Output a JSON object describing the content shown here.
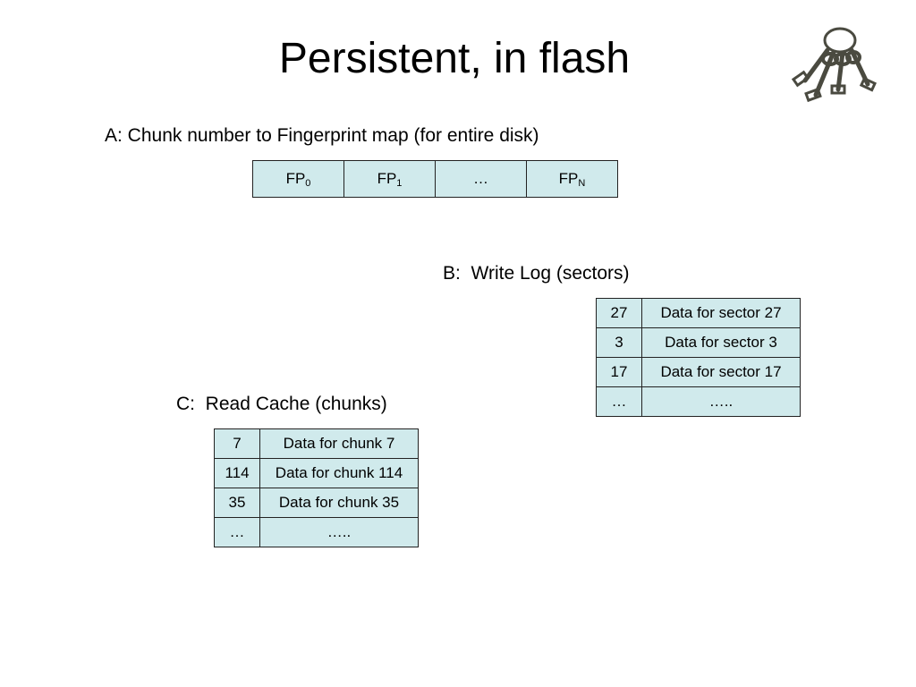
{
  "title": "Persistent, in flash",
  "keys_illustration": {
    "icon": "key-ring-icon",
    "color": "#4a4a40"
  },
  "section_a": {
    "caption": "A: Chunk number to Fingerprint map (for entire disk)",
    "cells": [
      {
        "base": "FP",
        "sub": "0"
      },
      {
        "base": "FP",
        "sub": "1"
      },
      {
        "base": "…",
        "sub": ""
      },
      {
        "base": "FP",
        "sub": "N"
      }
    ]
  },
  "section_b": {
    "caption": "B:  Write Log (sectors)",
    "rows": [
      {
        "id": "27",
        "data": "Data for sector 27"
      },
      {
        "id": "3",
        "data": "Data for sector 3"
      },
      {
        "id": "17",
        "data": "Data for sector 17"
      },
      {
        "id": "…",
        "data": "….."
      }
    ]
  },
  "section_c": {
    "caption": "C:  Read Cache (chunks)",
    "rows": [
      {
        "id": "7",
        "data": "Data for chunk 7"
      },
      {
        "id": "114",
        "data": "Data for chunk 114"
      },
      {
        "id": "35",
        "data": "Data for chunk 35"
      },
      {
        "id": "…",
        "data": "….."
      }
    ]
  },
  "colors": {
    "cell_fill": "#d0eaec",
    "cell_border": "#222222"
  }
}
